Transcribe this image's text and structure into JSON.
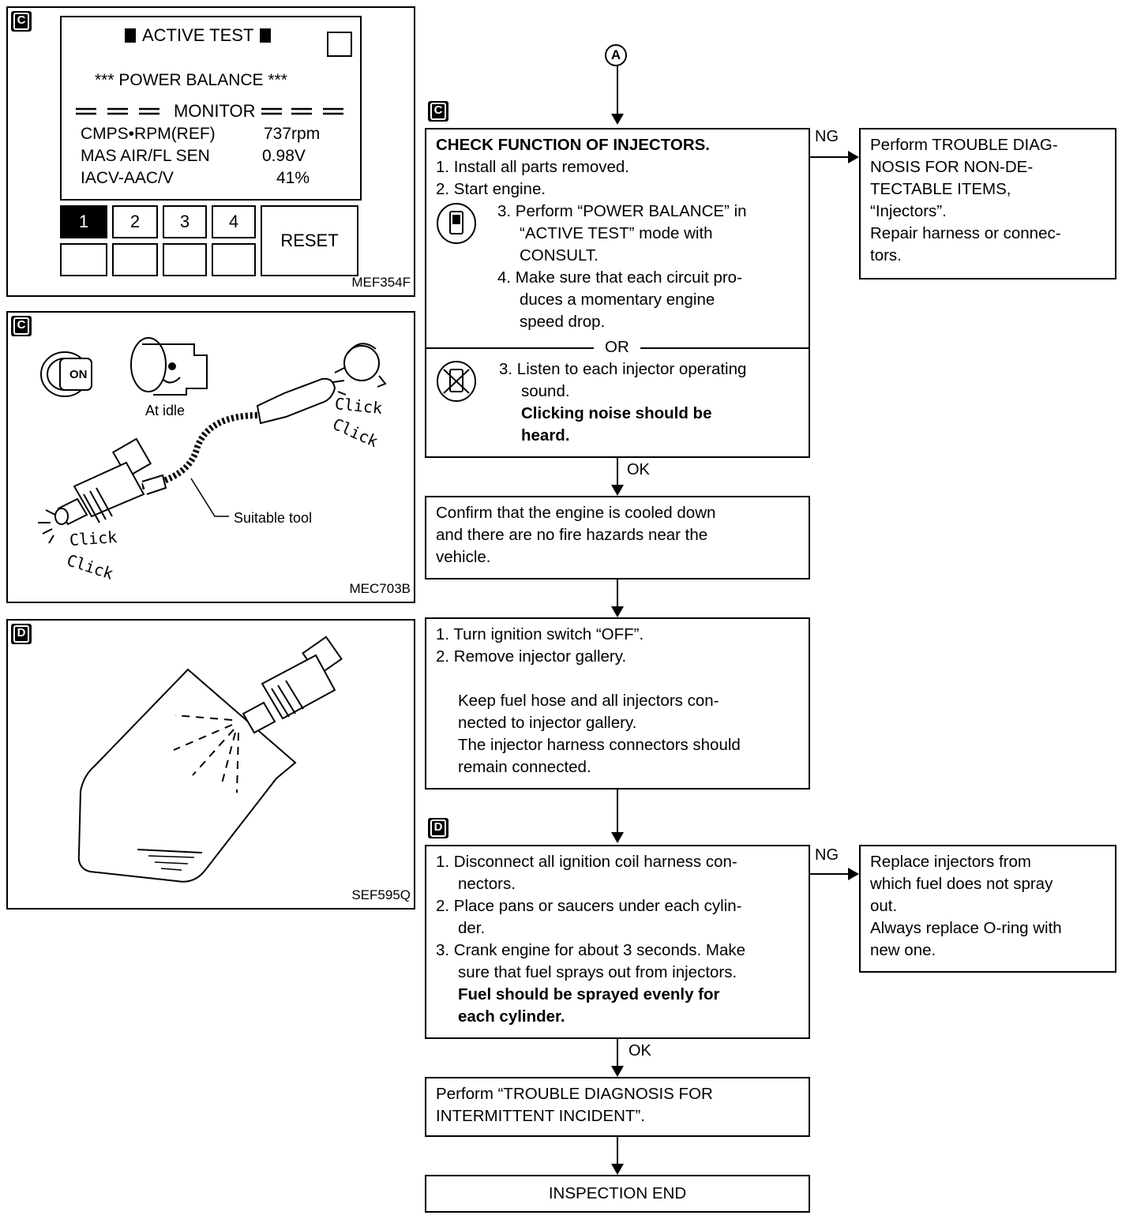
{
  "badges": {
    "c": "C",
    "d": "D",
    "a": "A"
  },
  "figure1": {
    "header": "ACTIVE TEST",
    "subtitle": "*** POWER BALANCE ***",
    "monitor_label": "MONITOR",
    "rows": [
      {
        "name": "CMPS•RPM(REF)",
        "value": "737rpm"
      },
      {
        "name": "MAS AIR/FL SEN",
        "value": "0.98V"
      },
      {
        "name": "IACV-AAC/V",
        "value": "41%"
      }
    ],
    "buttons": [
      "1",
      "2",
      "3",
      "4"
    ],
    "reset": "RESET",
    "code": "MEF354F"
  },
  "figure2": {
    "switch_label": "ON",
    "at_idle": "At idle",
    "click": "Click",
    "suitable_tool": "Suitable tool",
    "code": "MEC703B"
  },
  "figure3": {
    "code": "SEF595Q"
  },
  "flow": {
    "check": {
      "title": "CHECK FUNCTION OF INJECTORS.",
      "l1": "1. Install all parts removed.",
      "l2": "2. Start engine.",
      "consult": [
        "3. Perform “POWER BALANCE” in",
        "“ACTIVE TEST” mode with",
        "CONSULT.",
        "4. Make sure that each circuit pro-",
        "duces a momentary engine",
        "speed drop."
      ],
      "or": "OR",
      "listen": [
        "3. Listen to each injector operating",
        "sound."
      ],
      "listen_bold": [
        "Clicking noise should be",
        "heard."
      ]
    },
    "ng1_label": "NG",
    "ng1_box": [
      "Perform TROUBLE DIAG-",
      "NOSIS FOR NON-DE-",
      "TECTABLE ITEMS,",
      "“Injectors”.",
      "Repair harness or connec-",
      "tors."
    ],
    "ok1_label": "OK",
    "confirm": [
      "Confirm that the engine is cooled down",
      "and there are no fire hazards near the",
      "vehicle."
    ],
    "turn": [
      "1. Turn ignition switch “OFF”.",
      "2. Remove injector gallery.",
      "",
      "Keep fuel hose and all injectors con-",
      "nected to injector gallery.",
      "The injector harness connectors should",
      "remain connected."
    ],
    "disconnect": [
      "1. Disconnect all ignition coil harness con-",
      "nectors.",
      "2. Place pans or saucers under each cylin-",
      "der.",
      "3. Crank engine for about 3 seconds. Make",
      "sure that fuel sprays out from injectors."
    ],
    "disconnect_bold": [
      "Fuel should be sprayed evenly for",
      "each cylinder."
    ],
    "ng2_label": "NG",
    "ng2_box": [
      "Replace injectors from",
      "which fuel does not spray",
      "out.",
      "Always replace O-ring with",
      "new one."
    ],
    "ok2_label": "OK",
    "perform": [
      "Perform “TROUBLE DIAGNOSIS FOR",
      "INTERMITTENT INCIDENT”."
    ],
    "end": "INSPECTION END"
  }
}
